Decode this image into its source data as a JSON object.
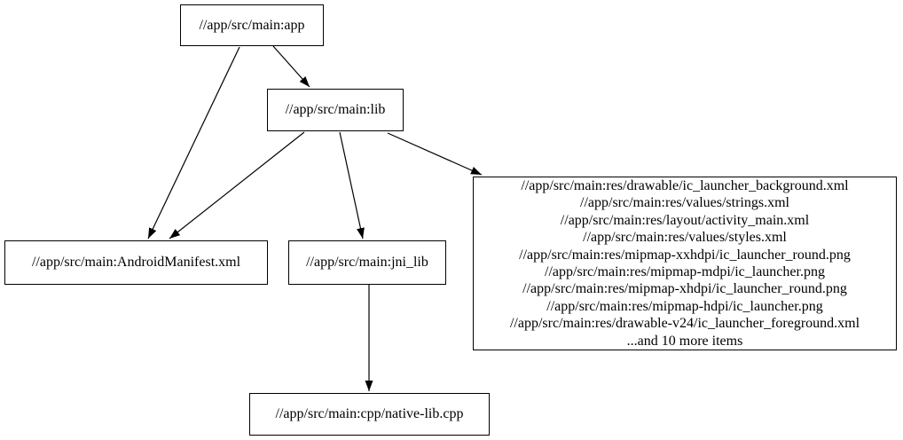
{
  "diagram": {
    "type": "dependency-graph",
    "background_color": "#ffffff",
    "node_fill_color": "#ffffff",
    "node_border_color": "#000000",
    "edge_color": "#000000",
    "text_color": "#000000",
    "nodes": {
      "app": {
        "label": "//app/src/main:app"
      },
      "lib": {
        "label": "//app/src/main:lib"
      },
      "manifest": {
        "label": "//app/src/main:AndroidManifest.xml"
      },
      "jni": {
        "label": "//app/src/main:jni_lib"
      },
      "cpp": {
        "label": "//app/src/main:cpp/native-lib.cpp"
      },
      "res": {
        "lines": [
          "//app/src/main:res/drawable/ic_launcher_background.xml",
          "//app/src/main:res/values/strings.xml",
          "//app/src/main:res/layout/activity_main.xml",
          "//app/src/main:res/values/styles.xml",
          "//app/src/main:res/mipmap-xxhdpi/ic_launcher_round.png",
          "//app/src/main:res/mipmap-mdpi/ic_launcher.png",
          "//app/src/main:res/mipmap-xhdpi/ic_launcher_round.png",
          "//app/src/main:res/mipmap-hdpi/ic_launcher.png",
          "//app/src/main:res/drawable-v24/ic_launcher_foreground.xml",
          "...and 10 more items"
        ]
      }
    },
    "edges": [
      {
        "from": "//app/src/main:app",
        "to": "//app/src/main:lib"
      },
      {
        "from": "//app/src/main:app",
        "to": "//app/src/main:AndroidManifest.xml"
      },
      {
        "from": "//app/src/main:lib",
        "to": "//app/src/main:AndroidManifest.xml"
      },
      {
        "from": "//app/src/main:lib",
        "to": "//app/src/main:jni_lib"
      },
      {
        "from": "//app/src/main:lib",
        "to": "//app/src/main:res file group"
      },
      {
        "from": "//app/src/main:jni_lib",
        "to": "//app/src/main:cpp/native-lib.cpp"
      }
    ]
  }
}
